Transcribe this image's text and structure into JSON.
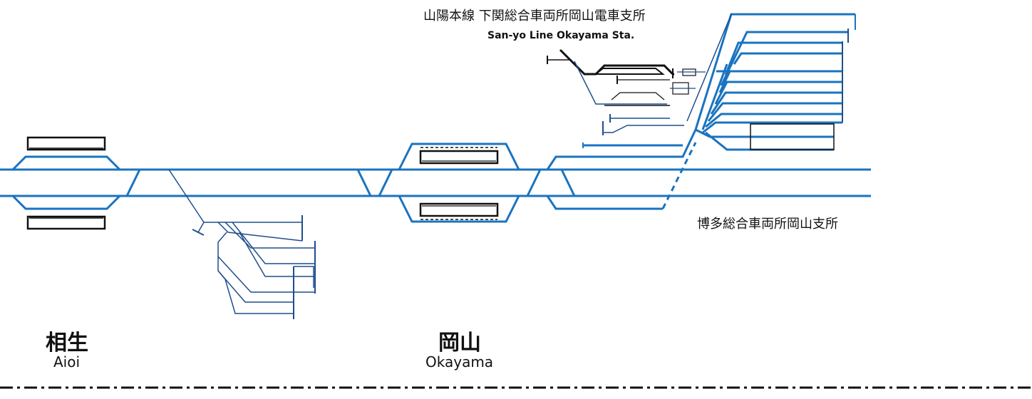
{
  "stations": [
    {
      "name_ja": "相生",
      "name_en": "Aioi"
    },
    {
      "name_ja": "岡山",
      "name_en": "Okayama"
    }
  ],
  "depots": {
    "sanyo_ja": "山陽本線 下関総合車両所岡山電車支所",
    "sanyo_en": "San-yo Line Okayama Sta.",
    "hakata_ja": "博多総合車両所岡山支所"
  },
  "colors": {
    "shinkansen": "#1a73c0",
    "conventional": "#1f4e8c",
    "black": "#111111"
  }
}
